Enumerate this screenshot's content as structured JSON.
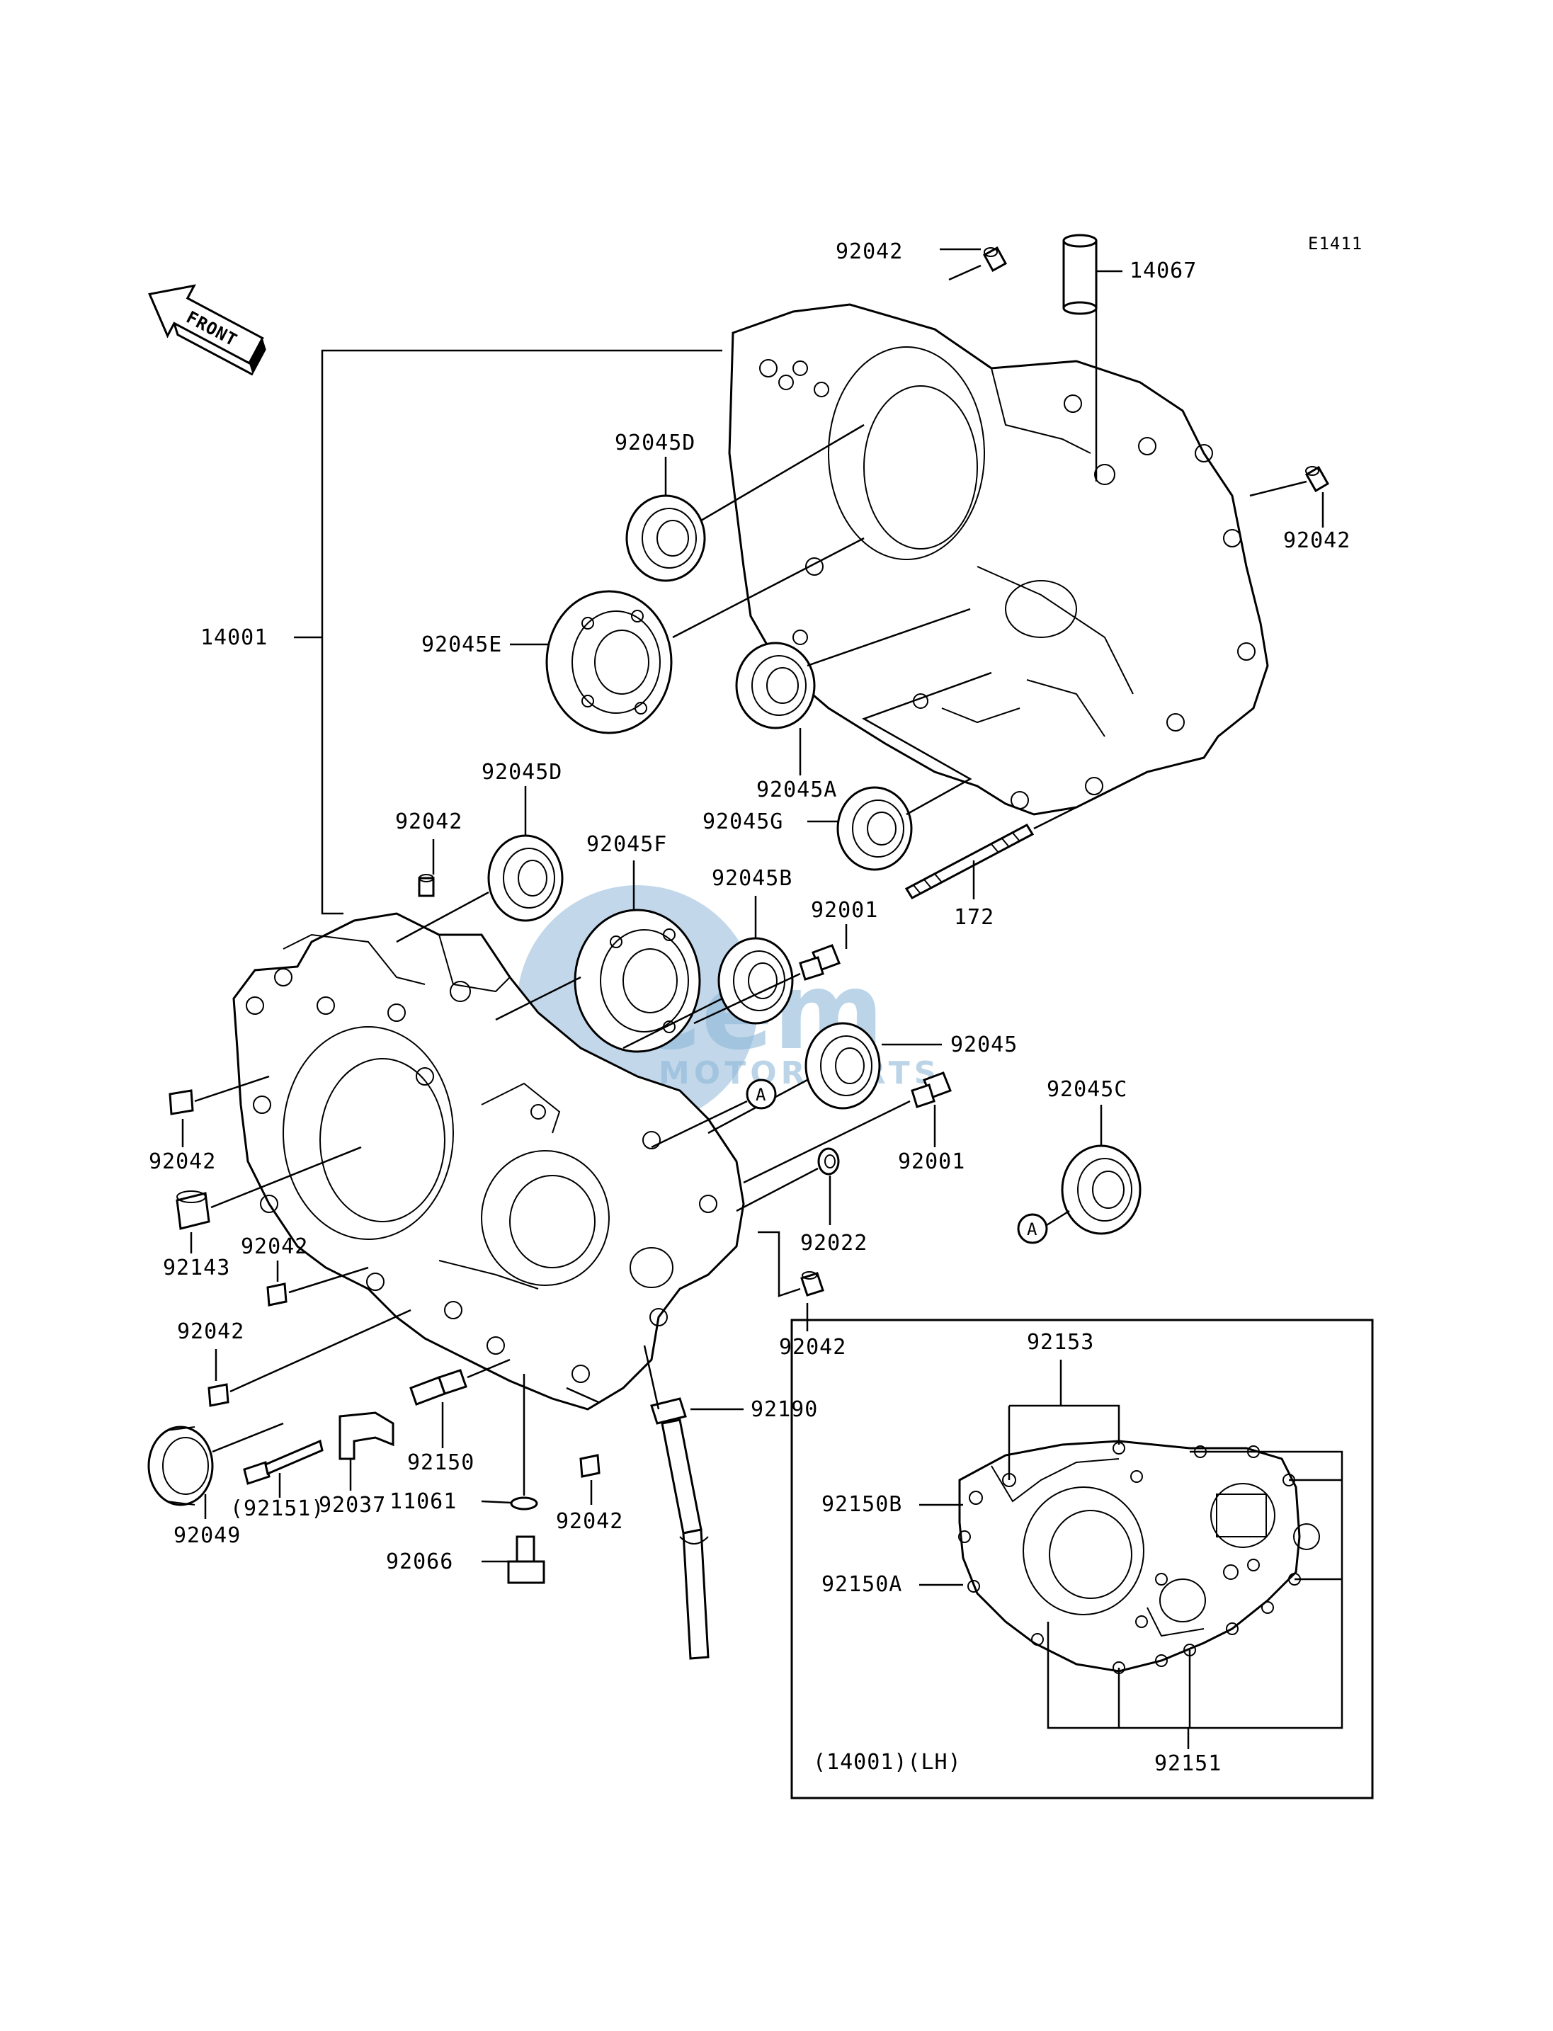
{
  "diagram_code": "E1411",
  "front_label": "FRONT",
  "watermark": {
    "brand": "Cem",
    "sub": "MOTORPARTS"
  },
  "callout_marker": "A",
  "labels": {
    "p92042_top": "92042",
    "p14067": "14067",
    "p92045D_top": "92045D",
    "p92042_right": "92042",
    "p14001": "14001",
    "p92045E": "92045E",
    "p92045A": "92045A",
    "p92045G": "92045G",
    "p172": "172",
    "p92045D_mid": "92045D",
    "p92042_mid": "92042",
    "p92045F": "92045F",
    "p92045B": "92045B",
    "p92001_a": "92001",
    "p92045": "92045",
    "p92045C": "92045C",
    "p92042_left1": "92042",
    "p92001_b": "92001",
    "p92143": "92143",
    "p92042_left2": "92042",
    "p92022": "92022",
    "p92042_left3": "92042",
    "p92042_low": "92042",
    "p92190": "92190",
    "p92037": "92037",
    "p92150": "92150",
    "p92151_paren": "(92151)",
    "p11061": "11061",
    "p92042_bottom": "92042",
    "p92049": "92049",
    "p92066": "92066"
  },
  "inset": {
    "p92153": "92153",
    "p92150B": "92150B",
    "p92150A": "92150A",
    "p92151": "92151",
    "caption": "(14001)(LH)"
  }
}
